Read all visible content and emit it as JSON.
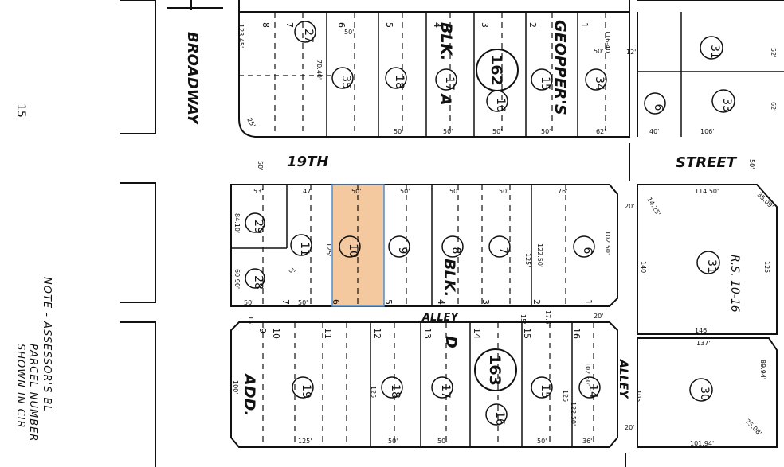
{
  "page_number": "15",
  "streets": {
    "broadway": "BROADWAY",
    "nineteenth": "19TH",
    "street": "STREET",
    "alley_mid": "ALLEY",
    "alley_right": "ALLEY"
  },
  "blocks": {
    "blk_a_1": "BLK.",
    "blk_a_2": "A",
    "blk_d_1": "BLK.",
    "blk_d_2": "D",
    "geopper": "GEOPPER'S",
    "add": "ADD.",
    "rs": "R.S. 10-16"
  },
  "book_pages": {
    "p162": "162",
    "p163": "163"
  },
  "parcels": {
    "top": [
      "27",
      "35",
      "18",
      "17",
      "16",
      "15",
      "34",
      "6",
      "31",
      "33"
    ],
    "mid": [
      "29",
      "28",
      "11",
      "10",
      "9",
      "8",
      "7",
      "6",
      "31"
    ],
    "bottom": [
      "19",
      "18",
      "17",
      "16",
      "15",
      "14",
      "30"
    ]
  },
  "highlighted_parcel": "10",
  "lots": {
    "top": [
      "8",
      "7",
      "6",
      "5",
      "4",
      "3",
      "2",
      "1"
    ],
    "mid_bottom": [
      "7",
      "6",
      "5",
      "4",
      "3",
      "2",
      "1"
    ],
    "bottom": [
      "9",
      "10",
      "11",
      "12",
      "13",
      "14",
      "15",
      "16"
    ]
  },
  "dimensions": {
    "top_50s": [
      "50'",
      "50'",
      "50'",
      "50'",
      "50'"
    ],
    "top_62": "62'",
    "top_40": "40'",
    "top_106": "106'",
    "top_52": "52'",
    "top_62r": "62'",
    "top_12": "12'",
    "top_50r": "50'",
    "top_70_40": "70.40'",
    "top_123_45": "123.45'",
    "top_116_40": "116-40",
    "top_25": "25'",
    "street_w1": "50'",
    "street_w2": "50'",
    "mid_53": "53'",
    "mid_47": "47'",
    "mid_50s": [
      "50'",
      "50'",
      "50'",
      "50'"
    ],
    "mid_76": "76'",
    "mid_114_50": "114.50'",
    "mid_35_09": "35.09'",
    "mid_14_25": "14.25'",
    "mid_20": "20'",
    "mid_140": "140'",
    "mid_125r": "125'",
    "mid_146": "146'",
    "mid_84_10": "84.10'",
    "mid_60_90": "60.90'",
    "mid_125": "125'",
    "mid_125b": "125'",
    "mid_122_50": "122.50'",
    "mid_102_50": "102.50'",
    "mid_bottom_50s": [
      "50'",
      "50'"
    ],
    "mid_3": "3'",
    "alley_15": "15'",
    "alley_15b": "15'",
    "alley_17_5": "17.5'",
    "alley_20": "20'",
    "bot_137": "137'",
    "bot_100": "100'",
    "bot_125": "125'",
    "bot_125b": "125'",
    "bot_102_50": "102.50'",
    "bot_122_50": "122.50'",
    "bot_105": "105'",
    "bot_20": "20'",
    "bot_89_94": "89.94'",
    "bot_25_08": "25.08'",
    "bot_101_94": "101.94'",
    "bot_125_bot": "125'",
    "bot_50s": [
      "50'",
      "50'",
      "50'"
    ],
    "bot_36": "36'"
  },
  "note": {
    "line1": "NOTE  -  ASSESSOR'S BL",
    "line2": "PARCEL NUMBER",
    "line3": "SHOWN IN CIR"
  },
  "colors": {
    "highlight_fill": "#f4c9a0",
    "highlight_stroke": "#4a8fd6",
    "ink": "#111111"
  }
}
